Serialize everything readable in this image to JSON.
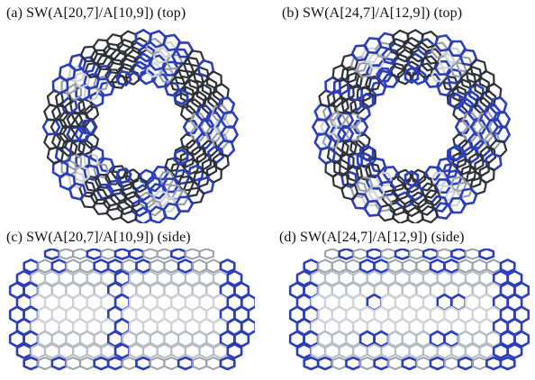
{
  "panels": [
    {
      "id": "a",
      "caption": "(a) SW(A[20,7]/A[10,9]) (top)",
      "view": "top",
      "symmetry": 5
    },
    {
      "id": "b",
      "caption": "(b) SW(A[24,7]/A[12,9]) (top)",
      "view": "top",
      "symmetry": 6
    },
    {
      "id": "c",
      "caption": "(c) SW(A[20,7]/A[10,9]) (side)",
      "view": "side"
    },
    {
      "id": "d",
      "caption": "(d) SW(A[24,7]/A[12,9]) (side)",
      "view": "side"
    }
  ],
  "colors": {
    "background": "#ffffff",
    "bond_gray": "#9aa0aa",
    "bond_dark": "#2e3138",
    "bond_light": "#cfd3d9",
    "highlight": "#2c3fb8"
  }
}
